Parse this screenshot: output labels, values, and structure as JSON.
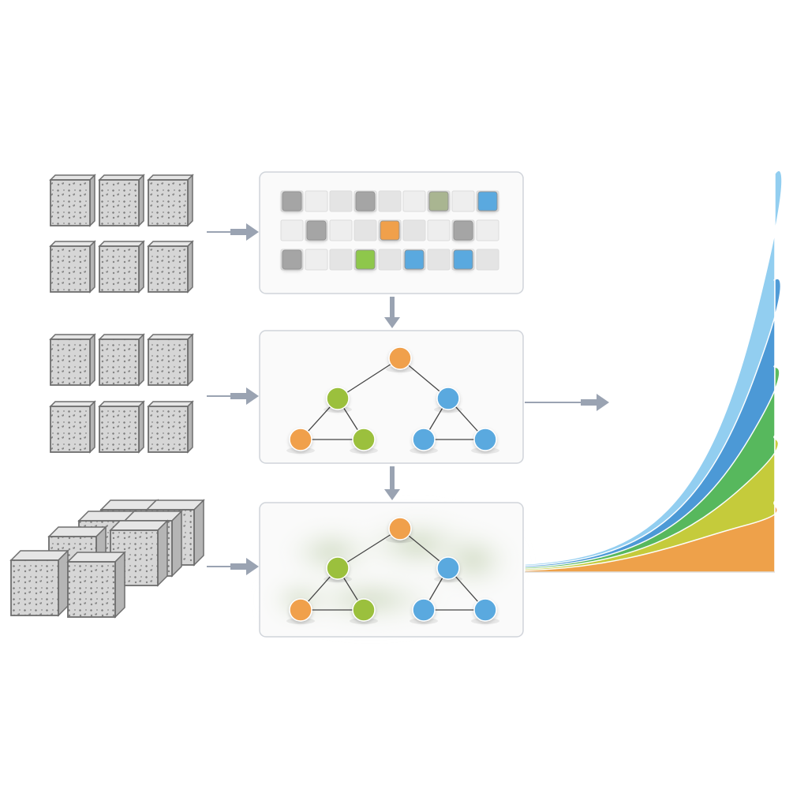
{
  "colors": {
    "orange": "#f0a04b",
    "green": "#9bc03c",
    "blue": "#5aa9df",
    "gray_tile": "#a9a9a9",
    "arrow": "#9aa3b2",
    "panel_border": "#d0d4da",
    "block_face": "#d9d9d9",
    "block_edge": "#6e6e6e"
  },
  "icons": {
    "sample_block": "concrete-block-icon",
    "arrow": "arrow-right-icon",
    "node": "circle-node-icon"
  },
  "grid_panel": {
    "rows": 3,
    "cols": 9,
    "filled_cells": [
      {
        "row": 0,
        "col": 0,
        "color": "gray"
      },
      {
        "row": 0,
        "col": 3,
        "color": "gray"
      },
      {
        "row": 0,
        "col": 6,
        "color": "green_gray"
      },
      {
        "row": 0,
        "col": 8,
        "color": "blue"
      },
      {
        "row": 1,
        "col": 1,
        "color": "gray"
      },
      {
        "row": 1,
        "col": 4,
        "color": "orange"
      },
      {
        "row": 1,
        "col": 7,
        "color": "gray"
      },
      {
        "row": 2,
        "col": 0,
        "color": "gray"
      },
      {
        "row": 2,
        "col": 3,
        "color": "green"
      },
      {
        "row": 2,
        "col": 5,
        "color": "blue"
      },
      {
        "row": 2,
        "col": 7,
        "color": "blue"
      }
    ]
  },
  "tree": {
    "nodes": [
      {
        "id": "root",
        "color": "orange"
      },
      {
        "id": "left",
        "color": "green"
      },
      {
        "id": "right",
        "color": "blue"
      },
      {
        "id": "left-left",
        "color": "orange"
      },
      {
        "id": "left-right",
        "color": "green"
      },
      {
        "id": "right-left",
        "color": "blue"
      },
      {
        "id": "right-right",
        "color": "blue"
      }
    ],
    "edges": [
      [
        "root",
        "left"
      ],
      [
        "root",
        "right"
      ],
      [
        "left",
        "left-left"
      ],
      [
        "left",
        "left-right"
      ],
      [
        "left-left",
        "left-right"
      ],
      [
        "right",
        "right-left"
      ],
      [
        "right",
        "right-right"
      ],
      [
        "right-left",
        "right-right"
      ]
    ]
  },
  "stacked_area": {
    "layers": [
      {
        "color": "#f0a04b"
      },
      {
        "color": "#c9cc3a"
      },
      {
        "color": "#58b95a"
      },
      {
        "color": "#4a98d6"
      },
      {
        "color": "#8fcdf0"
      }
    ]
  }
}
